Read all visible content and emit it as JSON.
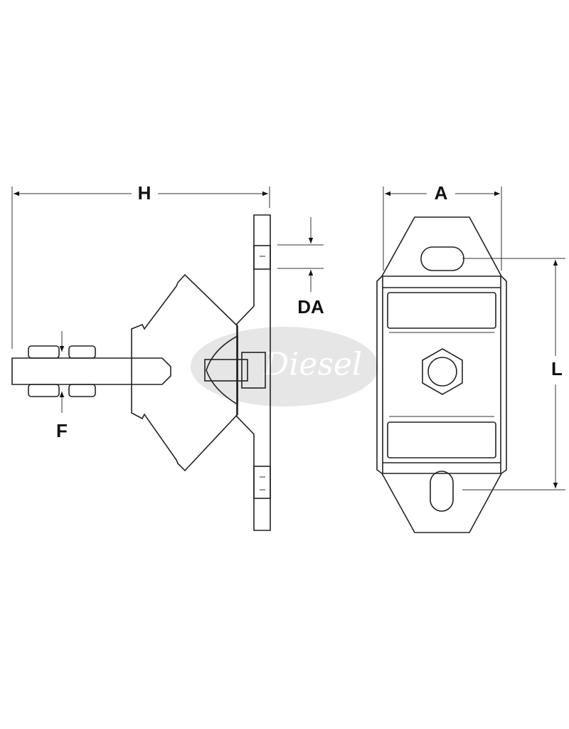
{
  "dimensions": {
    "height_label": "H",
    "width_label": "A",
    "length_label": "L",
    "hole_diameter_label": "DA",
    "thread_label": "F"
  },
  "watermark": {
    "text": "Diesel",
    "color": "#d8d8d8"
  },
  "colors": {
    "line": "#222222",
    "background": "#ffffff"
  }
}
